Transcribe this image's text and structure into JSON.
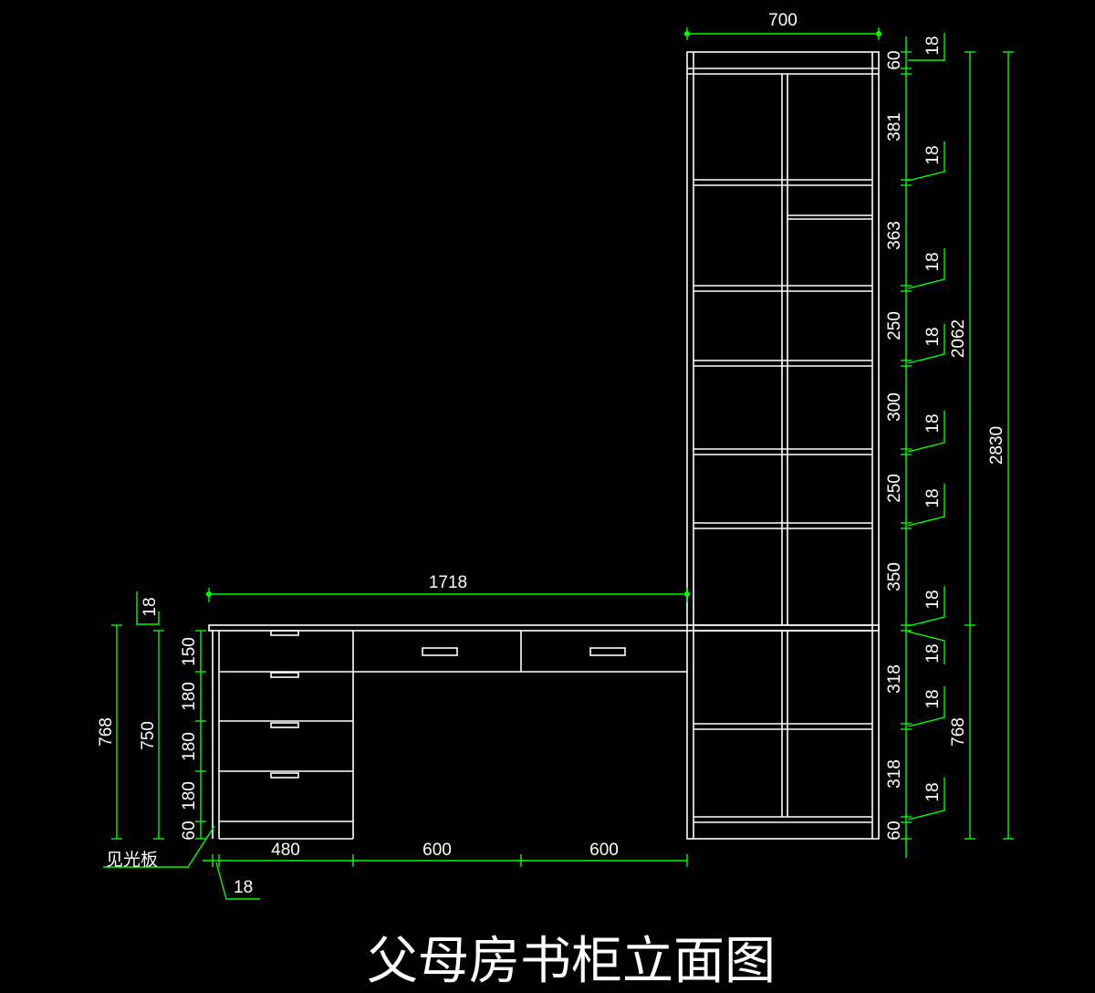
{
  "title": "父母房书柜立面图",
  "colors": {
    "background": "#000000",
    "lines": "#ffffff",
    "dimensions": "#00ff00"
  },
  "dimensions": {
    "cabinet_width": "700",
    "desk_length": "1718",
    "total_height": "2830",
    "upper_height": "2062",
    "lower_height_right": "768",
    "desk_height_total": "768",
    "desk_height_inner": "750",
    "top_board_desk": "18",
    "side_board": "18",
    "base_width_1": "480",
    "base_width_2": "600",
    "base_width_3": "600",
    "cabinet_segments": [
      "60",
      "381",
      "363",
      "250",
      "300",
      "250",
      "350",
      "318",
      "318",
      "60"
    ],
    "board_thickness_labels": [
      "18",
      "18",
      "18",
      "18",
      "18",
      "18",
      "18",
      "18",
      "18",
      "18"
    ],
    "drawer_segments": [
      "150",
      "180",
      "180",
      "180",
      "60"
    ]
  },
  "annotation_visible_panel": "见光板"
}
